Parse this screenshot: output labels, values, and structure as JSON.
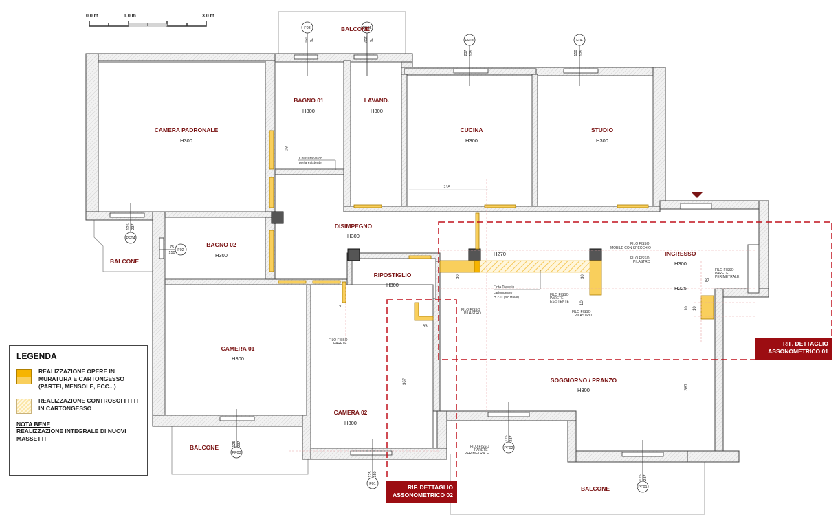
{
  "scale_bar": {
    "labels": [
      "0.0 m",
      "1.0 m",
      "3.0 m"
    ]
  },
  "rooms": [
    {
      "name": "CAMERA PADRONALE",
      "height": "H300"
    },
    {
      "name": "BAGNO 01",
      "height": "H300"
    },
    {
      "name": "LAVAND.",
      "height": "H300"
    },
    {
      "name": "CUCINA",
      "height": "H300"
    },
    {
      "name": "STUDIO",
      "height": "H300"
    },
    {
      "name": "BAGNO 02",
      "height": "H300"
    },
    {
      "name": "DISIMPEGNO",
      "height": "H300"
    },
    {
      "name": "RIPOSTIGLIO",
      "height": "H300"
    },
    {
      "name": "INGRESSO",
      "height": "H300"
    },
    {
      "name": "CAMERA 01",
      "height": "H300"
    },
    {
      "name": "CAMERA 02",
      "height": "H300"
    },
    {
      "name": "SOGGIORNO / PRANZO",
      "height": "H300"
    }
  ],
  "balconies": [
    "BALCONE",
    "BALCONE",
    "BALCONE",
    "BALCONE"
  ],
  "windows": [
    {
      "id": "F03",
      "w": "75",
      "h": "150"
    },
    {
      "id": "PF05",
      "w": "75",
      "h": "237"
    },
    {
      "id": "PF06",
      "w": "125",
      "h": "237"
    },
    {
      "id": "F04",
      "w": "125",
      "h": "150"
    },
    {
      "id": "PF04",
      "w": "125",
      "h": "237"
    },
    {
      "id": "F02",
      "w": "75",
      "h": "150"
    },
    {
      "id": "PF03",
      "w": "125",
      "h": "237"
    },
    {
      "id": "F01",
      "w": "125",
      "h": "150"
    },
    {
      "id": "PF02",
      "w": "125",
      "h": "237"
    },
    {
      "id": "PF01",
      "w": "125",
      "h": "237"
    }
  ],
  "annotations": {
    "chiusura": [
      "Chiusura varco",
      "porta esistente"
    ],
    "dim_80": "80",
    "dim_235": "235",
    "h270": "H270",
    "h225": "H225",
    "finta_trave": [
      "Finta Trave in",
      "cartongesso",
      "H 270 (filo trave)"
    ],
    "dim_30a": "30",
    "dim_30b": "30",
    "dim_10a": "10",
    "dim_10b": "10",
    "dim_10c": "10",
    "dim_37": "37",
    "dim_7": "7",
    "dim_63": "63",
    "dim_367": "367",
    "dim_387": "387",
    "filo_pilastro_1": [
      "FILO FISSO",
      "PILASTRO"
    ],
    "filo_parete_esistente": [
      "FILO FISSO",
      "PARETE",
      "ESISTENTE"
    ],
    "filo_pilastro_2": [
      "FILO FISSO",
      "PILASTRO"
    ],
    "filo_mobile": [
      "FILO FISSO",
      "MOBILE CON SPECCHIO"
    ],
    "filo_pilastro_3": [
      "FILO FISSO",
      "PILASTRO"
    ],
    "filo_parete_perimetrale_1": [
      "FILO FISSO",
      "PARETE",
      "PERIMETRALE"
    ],
    "filo_parete": [
      "FILO FISSO",
      "PARETE"
    ],
    "filo_parete_perimetrale_2": [
      "FILO FISSO",
      "PARETE",
      "PERIMETRALE"
    ]
  },
  "legend": {
    "title": "LEGENDA",
    "items": [
      {
        "text": "REALIZZAZIONE OPERE IN MURATURA E CARTONGESSO (PARTEI, MENSOLE, ECC...)"
      },
      {
        "text": "REALIZZAZIONE CONTROSOFFITTI IN CARTONGESSO"
      }
    ],
    "nota_title": "NOTA BENE",
    "nota_text": "REALIZZAZIONE INTEGRALE DI NUOVI MASSETTI"
  },
  "references": [
    {
      "line1": "RIF. DETTAGLIO",
      "line2": "ASSONOMETRICO 01"
    },
    {
      "line1": "RIF. DETTAGLIO",
      "line2": "ASSONOMETRICO 02"
    }
  ],
  "colors": {
    "accent_red": "#9c0d12",
    "masonry": "#f6b400",
    "plasterboard": "#f9cf5c",
    "room_label": "#7a1414"
  }
}
